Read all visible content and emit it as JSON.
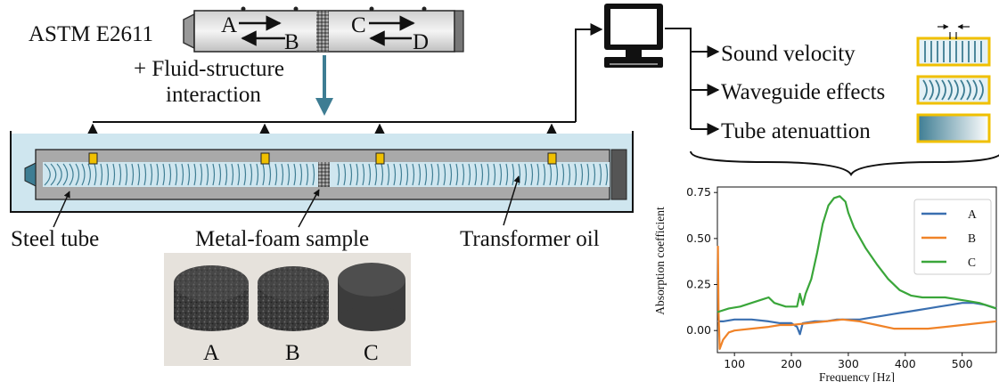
{
  "standard_label": "ASTM E2611",
  "fsi_label": [
    "+ Fluid-structure",
    "interaction"
  ],
  "mic_labels": [
    "A",
    "B",
    "C",
    "D"
  ],
  "outputs": [
    "Sound velocity",
    "Waveguide effects",
    "Tube atenuattion"
  ],
  "tube_labels": {
    "steel_tube": "Steel tube",
    "sample": "Metal-foam sample",
    "oil": "Transformer oil"
  },
  "sample_labels": [
    "A",
    "B",
    "C"
  ],
  "colors": {
    "water": "#cfe6ef",
    "tube": "#a9a9a9",
    "sensor": "#f0c000",
    "arrow": "#3e7d93",
    "frame": "#f0c000",
    "series_A": "#3a6fb0",
    "series_B": "#f08328",
    "series_C": "#3aa63a"
  },
  "chart_data": {
    "type": "line",
    "xlabel": "Frequency [Hz]",
    "ylabel": "Absorption coefficient",
    "xlim": [
      70,
      560
    ],
    "ylim": [
      -0.12,
      0.78
    ],
    "xticks": [
      100,
      200,
      300,
      400,
      500
    ],
    "yticks": [
      0.0,
      0.25,
      0.5,
      0.75
    ],
    "xtick_labels": [
      "100",
      "200",
      "300",
      "400",
      "500"
    ],
    "ytick_labels": [
      "0.00",
      "0.25",
      "0.50",
      "0.75"
    ],
    "legend_position": "top-right",
    "series": [
      {
        "name": "A",
        "x": [
          70,
          80,
          100,
          130,
          160,
          180,
          200,
          210,
          215,
          220,
          240,
          260,
          280,
          300,
          320,
          340,
          360,
          380,
          400,
          420,
          440,
          460,
          480,
          500,
          520,
          540,
          560
        ],
        "y": [
          0.05,
          0.05,
          0.06,
          0.06,
          0.05,
          0.04,
          0.04,
          0.02,
          -0.02,
          0.04,
          0.05,
          0.05,
          0.06,
          0.06,
          0.06,
          0.07,
          0.08,
          0.09,
          0.1,
          0.11,
          0.12,
          0.13,
          0.14,
          0.15,
          0.15,
          0.14,
          0.12
        ]
      },
      {
        "name": "B",
        "x": [
          71,
          72,
          74,
          80,
          90,
          100,
          130,
          160,
          180,
          200,
          230,
          260,
          290,
          320,
          350,
          380,
          410,
          440,
          470,
          500,
          530,
          560
        ],
        "y": [
          0.46,
          0.1,
          -0.1,
          -0.05,
          -0.01,
          0.0,
          0.01,
          0.02,
          0.03,
          0.03,
          0.04,
          0.05,
          0.06,
          0.05,
          0.03,
          0.01,
          0.01,
          0.01,
          0.02,
          0.03,
          0.04,
          0.05
        ]
      },
      {
        "name": "C",
        "x": [
          70,
          90,
          110,
          130,
          150,
          160,
          170,
          190,
          210,
          215,
          220,
          225,
          235,
          245,
          255,
          265,
          275,
          285,
          295,
          300,
          310,
          330,
          350,
          370,
          390,
          410,
          430,
          450,
          470,
          490,
          510,
          530,
          550,
          560
        ],
        "y": [
          0.1,
          0.12,
          0.13,
          0.15,
          0.17,
          0.18,
          0.15,
          0.13,
          0.13,
          0.2,
          0.14,
          0.2,
          0.28,
          0.42,
          0.58,
          0.68,
          0.72,
          0.73,
          0.7,
          0.64,
          0.56,
          0.45,
          0.36,
          0.28,
          0.22,
          0.19,
          0.18,
          0.18,
          0.18,
          0.17,
          0.16,
          0.15,
          0.13,
          0.12
        ]
      }
    ]
  }
}
